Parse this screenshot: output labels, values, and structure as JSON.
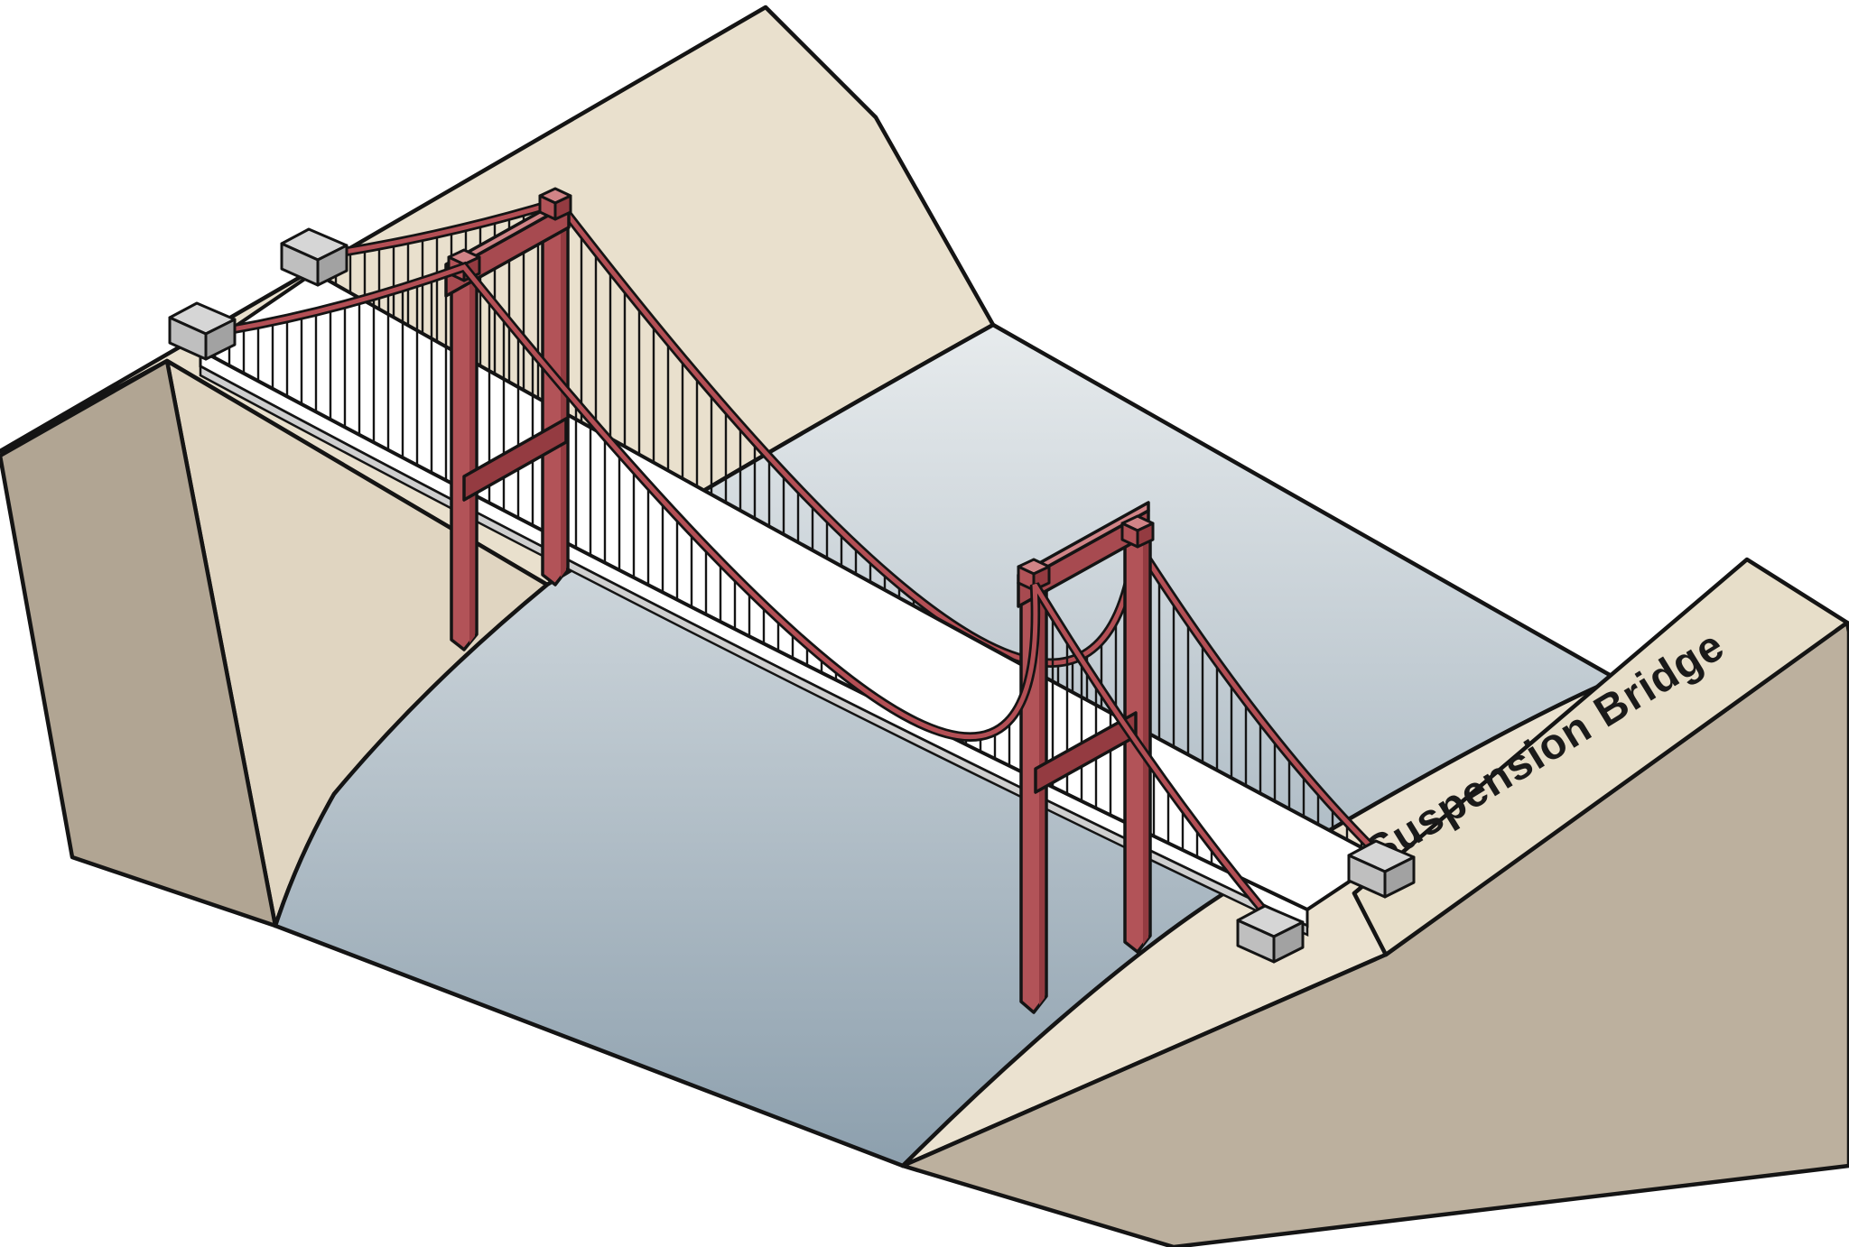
{
  "label": {
    "text": "Suspension Bridge"
  },
  "diagram": {
    "type": "isometric cutaway illustration",
    "subject": "suspension bridge crossing a water channel between two land masses",
    "parts": [
      "left-bank",
      "water-channel",
      "right-bank-floor",
      "labeled-plateau",
      "left-tower",
      "right-tower",
      "main-cable-near",
      "main-cable-far",
      "suspender-hangers",
      "bridge-deck",
      "cable-anchorages"
    ]
  },
  "colors": {
    "outline": "#141414",
    "land_top": "#e9e0cd",
    "land_slope": "#e0d5c1",
    "cut_west": "#b1a593",
    "cut_front": "#bcb09e",
    "bank_floor": "#ebe2d0",
    "plateau_top": "#e7dec9",
    "water_top": "#e7ebed",
    "water_bottom": "#8c9fad",
    "deck": "#ffffff",
    "girder": "#cfcfcf",
    "tower_red": "#b25358",
    "tower_red_dark": "#943b41",
    "tower_red_light": "#d18487",
    "beam_red": "#a74a50",
    "cable_red": "#b34f55",
    "anchor_top": "#d6d6d6",
    "anchor_front": "#bfbfbf",
    "anchor_side": "#a2a2a2",
    "label_color": "#1a1a1a"
  }
}
